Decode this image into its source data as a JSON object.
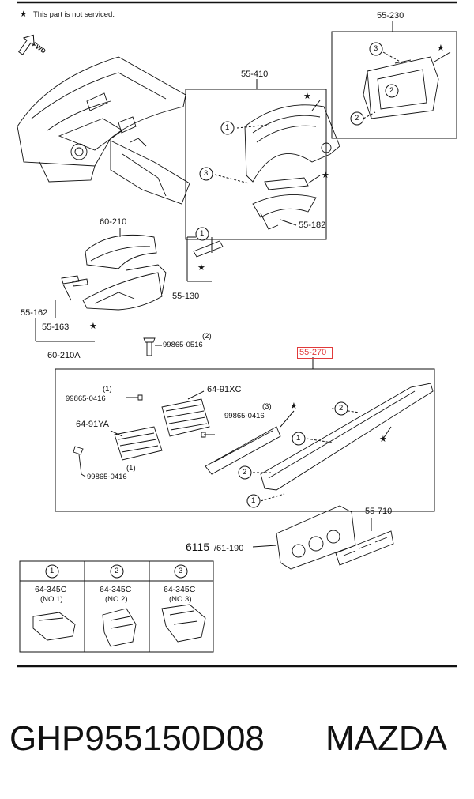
{
  "notice": {
    "symbol": "★",
    "text": "This part is not serviced."
  },
  "fwd_label": "FWD",
  "callouts": {
    "c55_230": "55-230",
    "c55_410": "55-410",
    "c55_182": "55-182",
    "c60_210": "60-210",
    "c55_130": "55-130",
    "c55_162": "55-162",
    "c55_163": "55-163",
    "c60_210A": "60-210A",
    "c99865_0516": "99865-0516",
    "c55_270": "55-270",
    "c64_91XC": "64-91XC",
    "c64_91YA": "64-91YA",
    "c99865_0416_a": "99865-0416",
    "c99865_0416_b": "99865-0416",
    "c99865_0416_c": "99865-0416",
    "c55_710": "55-710",
    "c6115": "6115",
    "c61_190": "/61-190",
    "qty_2": "(2)",
    "qty_1a": "(1)",
    "qty_3": "(3)",
    "qty_1b": "(1)"
  },
  "circle_numbers": {
    "one": "1",
    "two": "2",
    "three": "3"
  },
  "clip_table": {
    "cols": [
      {
        "num": "1",
        "part": "64-345C",
        "variant": "(NO.1)"
      },
      {
        "num": "2",
        "part": "64-345C",
        "variant": "(NO.2)"
      },
      {
        "num": "3",
        "part": "64-345C",
        "variant": "(NO.3)"
      }
    ]
  },
  "footer": {
    "part_number": "GHP955150D08",
    "brand": "MAZDA"
  },
  "colors": {
    "highlight": "#e13a3a",
    "line": "#111111"
  }
}
